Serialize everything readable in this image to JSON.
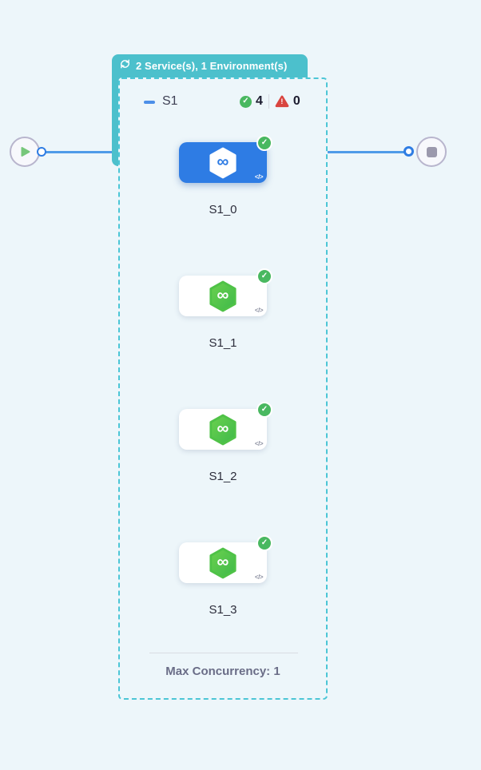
{
  "header_badge": {
    "label": "2 Service(s), 1 Environment(s)"
  },
  "group": {
    "name": "S1",
    "success_count": "4",
    "failure_count": "0",
    "footer": "Max Concurrency: 1"
  },
  "stages": [
    {
      "label": "S1_0",
      "status": "success",
      "selected": true
    },
    {
      "label": "S1_1",
      "status": "success",
      "selected": false
    },
    {
      "label": "S1_2",
      "status": "success",
      "selected": false
    },
    {
      "label": "S1_3",
      "status": "success",
      "selected": false
    }
  ],
  "icons": {
    "loop": "loop-icon",
    "infinity": "∞",
    "code": "</>",
    "check": "✓",
    "warning_mark": "!"
  },
  "colors": {
    "canvas_bg": "#edf6fa",
    "accent_teal": "#4cc0cc",
    "dashed_border": "#4cc6d6",
    "selected_blue": "#2e7ce4",
    "service_green": "#4fc247",
    "success_green": "#49b860",
    "error_red": "#d9453f",
    "connector_blue": "#4f9be8",
    "collapse_blue": "#4c8fe8"
  }
}
